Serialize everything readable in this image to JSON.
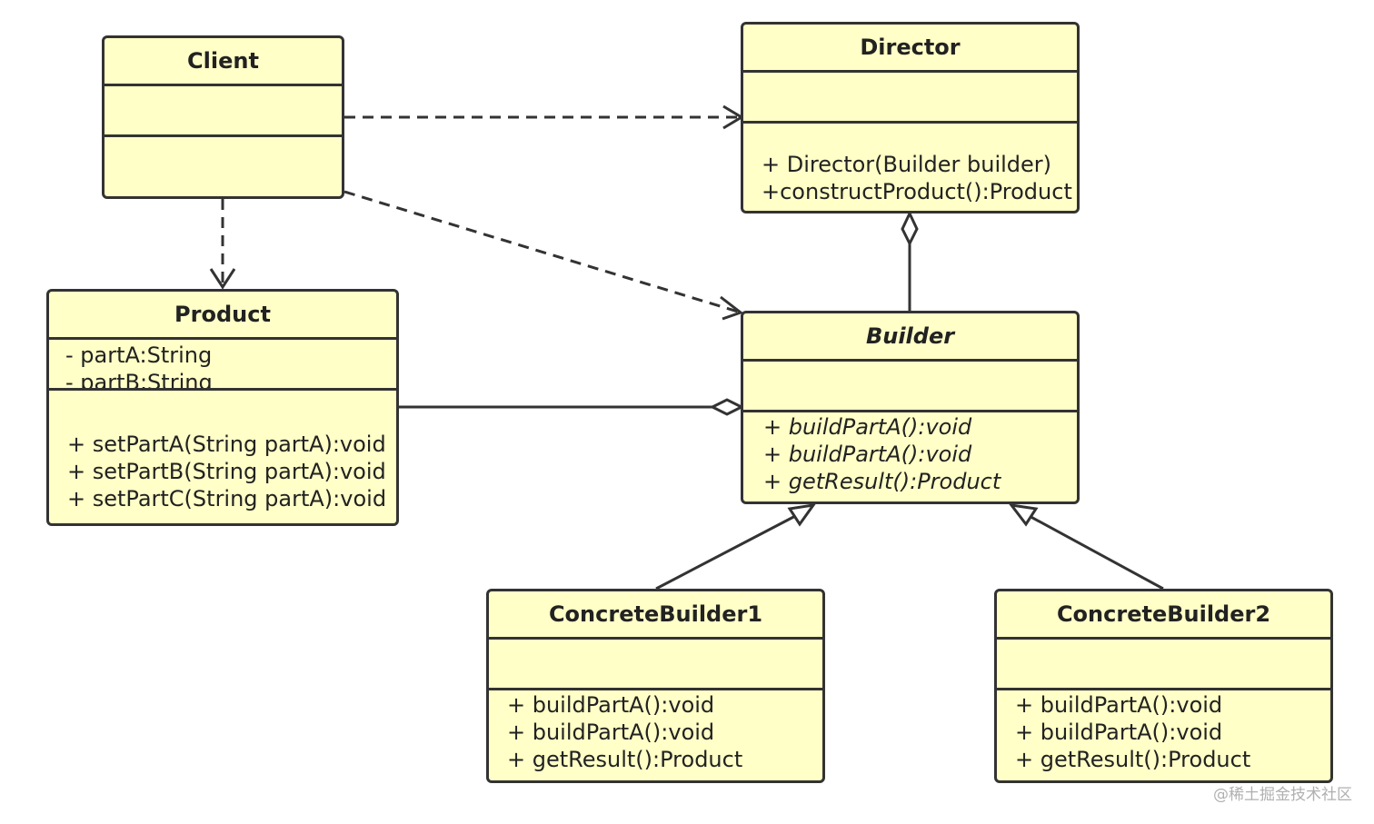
{
  "classes": {
    "client": {
      "name": "Client",
      "attributes": [],
      "operations": []
    },
    "director": {
      "name": "Director",
      "attributes": [],
      "operations": [
        "+ Director(Builder builder)",
        "+constructProduct():Product"
      ]
    },
    "product": {
      "name": "Product",
      "attributes": [
        "- partA:String",
        "- partB:String"
      ],
      "operations": [
        "+ setPartA(String partA):void",
        "+ setPartB(String partA):void",
        "+ setPartC(String partA):void"
      ]
    },
    "builder": {
      "name": "Builder",
      "attributes": [],
      "operations": [
        "+ buildPartA():void",
        "+ buildPartA():void",
        "+ getResult():Product"
      ]
    },
    "concrete_builder_1": {
      "name": "ConcreteBuilder1",
      "attributes": [],
      "operations": [
        "+ buildPartA():void",
        "+ buildPartA():void",
        "+ getResult():Product"
      ]
    },
    "concrete_builder_2": {
      "name": "ConcreteBuilder2",
      "attributes": [],
      "operations": [
        "+ buildPartA():void",
        "+ buildPartA():void",
        "+ getResult():Product"
      ]
    }
  },
  "relations": [
    {
      "from": "Client",
      "to": "Director",
      "type": "dependency"
    },
    {
      "from": "Client",
      "to": "Builder",
      "type": "dependency"
    },
    {
      "from": "Client",
      "to": "Product",
      "type": "dependency"
    },
    {
      "from": "Director",
      "to": "Builder",
      "type": "aggregation"
    },
    {
      "from": "Builder",
      "to": "Product",
      "type": "aggregation"
    },
    {
      "from": "ConcreteBuilder1",
      "to": "Builder",
      "type": "generalization"
    },
    {
      "from": "ConcreteBuilder2",
      "to": "Builder",
      "type": "generalization"
    }
  ],
  "colors": {
    "class_fill": "#ffffc7",
    "stroke": "#333333"
  },
  "watermark": "@稀土掘金技术社区"
}
